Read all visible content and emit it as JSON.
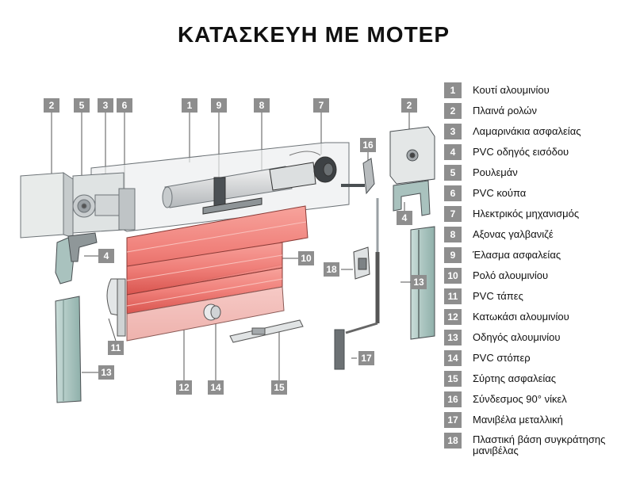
{
  "title": "ΚΑΤΑΣΚΕΥΗ ΜΕ ΜΟΤΕΡ",
  "colors": {
    "badge": "#8e8e8e",
    "slat": "#f0807a",
    "slat_dark": "#d9554f",
    "box": "#e7e9ea",
    "guide": "#a9c6c1",
    "metal": "#9aa0a4"
  },
  "legend": [
    {
      "num": "1",
      "text": "Κουτί αλουμινίου"
    },
    {
      "num": "2",
      "text": "Πλαινά ρολών"
    },
    {
      "num": "3",
      "text": "Λαμαρινάκια ασφαλείας"
    },
    {
      "num": "4",
      "text": "PVC οδηγός εισόδου"
    },
    {
      "num": "5",
      "text": "Ρουλεμάν"
    },
    {
      "num": "6",
      "text": "PVC κούπα"
    },
    {
      "num": "7",
      "text": "Ηλεκτρικός μηχανισμός"
    },
    {
      "num": "8",
      "text": "Αξονας γαλβανιζέ"
    },
    {
      "num": "9",
      "text": "Έλασμα ασφαλείας"
    },
    {
      "num": "10",
      "text": "Ρολό αλουμινίου"
    },
    {
      "num": "11",
      "text": "PVC τάπες"
    },
    {
      "num": "12",
      "text": "Κατωκάσι αλουμινίου"
    },
    {
      "num": "13",
      "text": "Οδηγός αλουμινίου"
    },
    {
      "num": "14",
      "text": "PVC στόπερ"
    },
    {
      "num": "15",
      "text": "Σύρτης ασφαλείας"
    },
    {
      "num": "16",
      "text": "Σύνδεσμος 90° νίκελ"
    },
    {
      "num": "17",
      "text": "Μανιβέλα μεταλλική"
    },
    {
      "num": "18",
      "text": "Πλαστική βάση συγκράτησης μανιβέλας"
    }
  ],
  "callouts": {
    "c1": "1",
    "c2a": "2",
    "c2b": "2",
    "c3": "3",
    "c4a": "4",
    "c4b": "4",
    "c5": "5",
    "c6": "6",
    "c7": "7",
    "c8": "8",
    "c9": "9",
    "c10": "10",
    "c11": "11",
    "c12": "12",
    "c13a": "13",
    "c13b": "13",
    "c14": "14",
    "c15": "15",
    "c16": "16",
    "c17": "17",
    "c18": "18"
  }
}
